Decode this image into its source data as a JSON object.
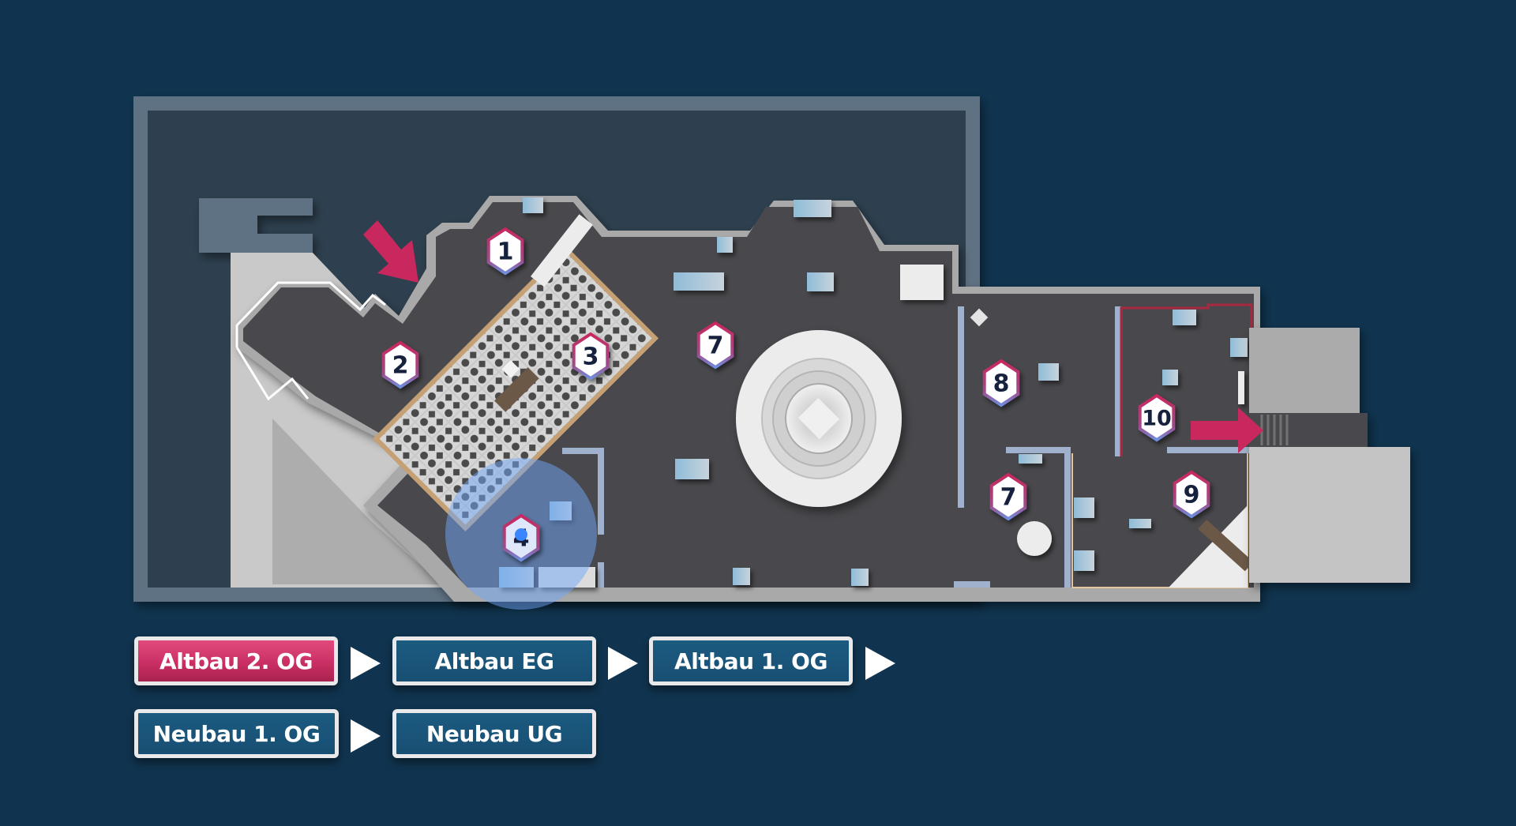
{
  "map": {
    "title": "Altbau 2. OG floor plan",
    "colors": {
      "background": "#10344f",
      "frame": "#5e7283",
      "frame_inner": "#2d3f50",
      "floor": "#48484d",
      "wall": "#a9a9a9",
      "accent": "#c8285e",
      "location": "#3a86ff"
    },
    "markers": [
      {
        "id": "1",
        "label": "1"
      },
      {
        "id": "2",
        "label": "2"
      },
      {
        "id": "3",
        "label": "3"
      },
      {
        "id": "4",
        "label": "4"
      },
      {
        "id": "7a",
        "label": "7"
      },
      {
        "id": "7b",
        "label": "7"
      },
      {
        "id": "8",
        "label": "8"
      },
      {
        "id": "9",
        "label": "9"
      },
      {
        "id": "10",
        "label": "10"
      }
    ],
    "entry_arrow": "arrow-in-icon",
    "exit_arrow": "arrow-out-icon",
    "current_location_marker": "room 4"
  },
  "floors": {
    "row1": [
      {
        "label": "Altbau 2. OG",
        "active": true
      },
      {
        "label": "Altbau EG",
        "active": false
      },
      {
        "label": "Altbau 1. OG",
        "active": false
      }
    ],
    "row2": [
      {
        "label": "Neubau 1. OG",
        "active": false
      },
      {
        "label": "Neubau UG",
        "active": false
      }
    ],
    "separator_icon": "play-arrow-icon"
  }
}
